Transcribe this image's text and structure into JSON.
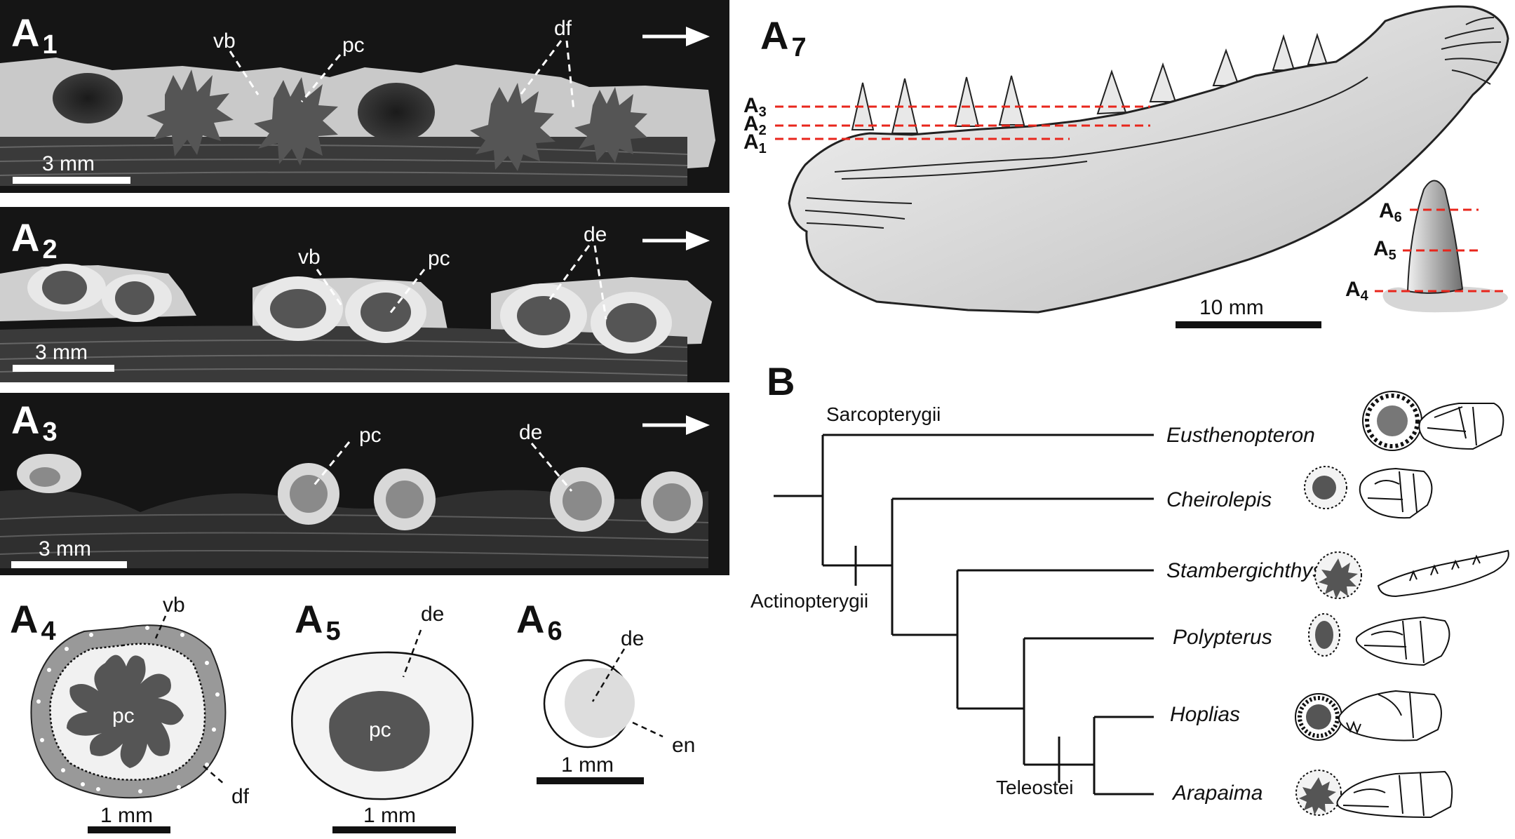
{
  "panels": {
    "a1": {
      "letter": "A",
      "sub": "1",
      "labels": {
        "vb": "vb",
        "pc": "pc",
        "df": "df"
      },
      "scale": "3 mm"
    },
    "a2": {
      "letter": "A",
      "sub": "2",
      "labels": {
        "vb": "vb",
        "pc": "pc",
        "de": "de"
      },
      "scale": "3 mm"
    },
    "a3": {
      "letter": "A",
      "sub": "3",
      "labels": {
        "pc": "pc",
        "de": "de"
      },
      "scale": "3 mm"
    },
    "a4": {
      "letter": "A",
      "sub": "4",
      "labels": {
        "vb": "vb",
        "pc": "pc",
        "df": "df"
      },
      "scale": "1 mm"
    },
    "a5": {
      "letter": "A",
      "sub": "5",
      "labels": {
        "de": "de",
        "pc": "pc"
      },
      "scale": "1 mm"
    },
    "a6": {
      "letter": "A",
      "sub": "6",
      "labels": {
        "de": "de",
        "en": "en"
      },
      "scale": "1 mm"
    },
    "a7": {
      "letter": "A",
      "sub": "7",
      "scale": "10 mm",
      "section_labels": [
        {
          "letter": "A",
          "sub": "3"
        },
        {
          "letter": "A",
          "sub": "2"
        },
        {
          "letter": "A",
          "sub": "1"
        },
        {
          "letter": "A",
          "sub": "6"
        },
        {
          "letter": "A",
          "sub": "5"
        },
        {
          "letter": "A",
          "sub": "4"
        }
      ]
    },
    "b": {
      "letter": "B",
      "clades": {
        "sarcopterygii": "Sarcopterygii",
        "actinopterygii": "Actinopterygii",
        "teleostei": "Teleostei"
      },
      "taxa": [
        "Eusthenopteron",
        "Cheirolepis",
        "Stambergichthys",
        "Polypterus",
        "Hoplias",
        "Arapaima"
      ]
    }
  },
  "colors": {
    "section_line": "#e8261c",
    "pulp": "#555555",
    "dentine": "#f2f2f2",
    "bone": "#9a9a9a",
    "photo_bg": "#151515"
  }
}
